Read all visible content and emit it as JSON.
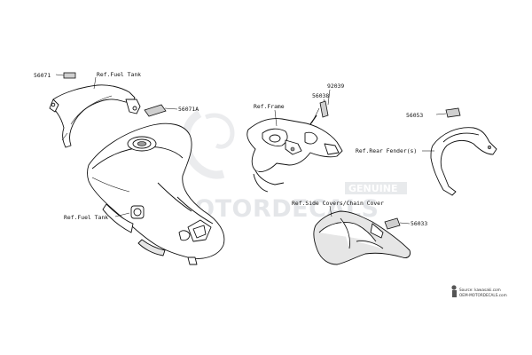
{
  "labels": {
    "p56071": "56071",
    "ref_fuel_tank_top": "Ref.Fuel Tank",
    "p56071A": "56071A",
    "ref_fuel_tank_side": "Ref.Fuel Tank",
    "p92039": "92039",
    "p56038": "56038",
    "ref_frame": "Ref.Frame",
    "p56053": "56053",
    "ref_rear_fender": "Ref.Rear Fender(s)",
    "ref_side_covers": "Ref.Side Covers/Chain Cover",
    "p56033": "56033"
  },
  "watermark": {
    "brand": "OEMMOTORDECALS",
    "badge": "GENUINE"
  },
  "source": {
    "line1": "Source: kawasaki.com",
    "line2": "OEM-MOTORDECALS.com"
  },
  "colors": {
    "line": "#111111",
    "decal_fill": "#cfcfcf",
    "watermark": "#cfd3d8"
  }
}
